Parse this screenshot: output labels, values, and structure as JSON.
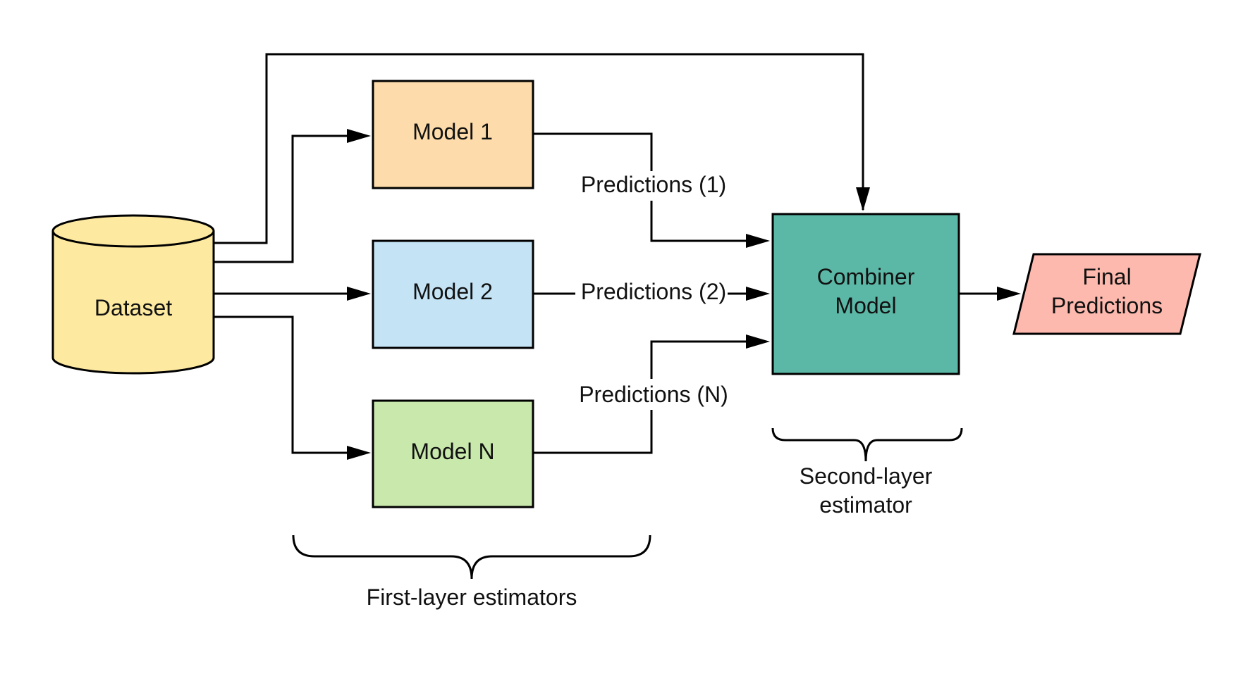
{
  "nodes": {
    "dataset": {
      "label": "Dataset",
      "color": "#fde9a0"
    },
    "model_1": {
      "label": "Model 1",
      "color": "#fddbaa"
    },
    "model_2": {
      "label": "Model 2",
      "color": "#c4e3f5"
    },
    "model_n": {
      "label": "Model N",
      "color": "#c8e8ac"
    },
    "combiner": {
      "label_lines": [
        "Combiner",
        "Model"
      ],
      "color": "#5cb8a6"
    },
    "final": {
      "label_lines": [
        "Final",
        "Predictions"
      ],
      "color": "#fdb9ae"
    }
  },
  "edges": {
    "pred_1": "Predictions (1)",
    "pred_2": "Predictions (2)",
    "pred_n": "Predictions (N)"
  },
  "groups": {
    "first_layer": "First-layer estimators",
    "second_layer_lines": [
      "Second-layer",
      "estimator"
    ]
  }
}
